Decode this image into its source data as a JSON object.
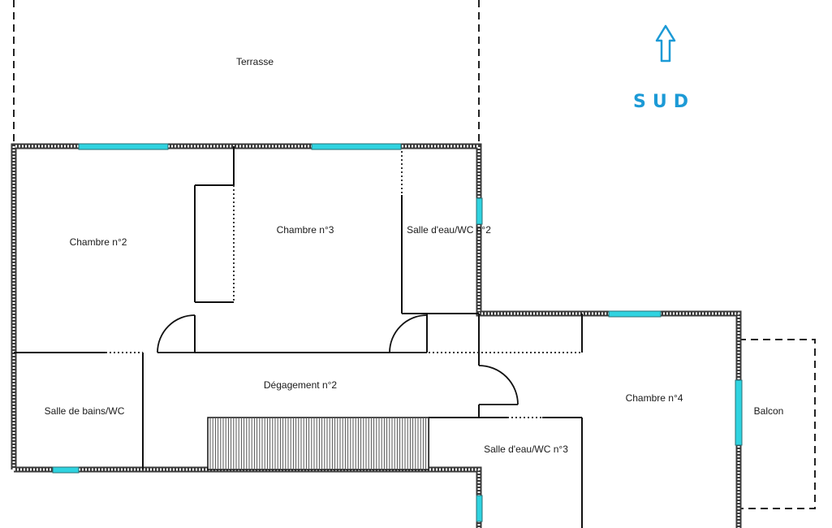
{
  "plan": {
    "orientation_label": "SUD",
    "arrow_icon": "up-arrow-icon",
    "colors": {
      "walls": "#3a3a3a",
      "windows": "#2fd3e0",
      "orientation": "#1c9ad6"
    },
    "rooms": {
      "terrasse": "Terrasse",
      "chambre2": "Chambre n°2",
      "chambre3": "Chambre n°3",
      "salle_eau2": "Salle d'eau/WC n°2",
      "degagement2": "Dégagement n°2",
      "salle_bains": "Salle de bains/WC",
      "chambre4": "Chambre n°4",
      "salle_eau3": "Salle d'eau/WC n°3",
      "balcon": "Balcon"
    }
  }
}
